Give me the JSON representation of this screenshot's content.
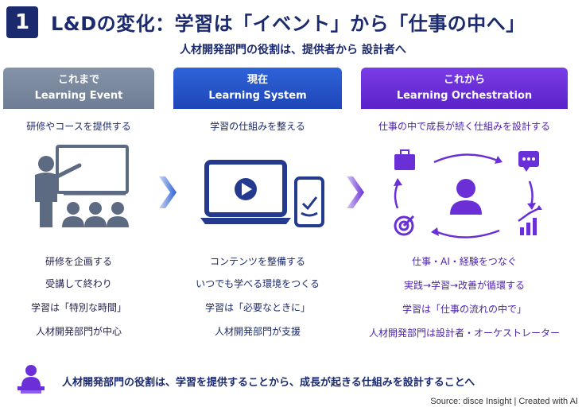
{
  "header": {
    "badge": "1",
    "title": "L&Dの変化：学習は「イベント」から「仕事の中へ」",
    "subtitle": "人材開発部門の役割は、提供者から 設計者へ"
  },
  "columns": [
    {
      "label_ja": "これまで",
      "label_en": "Learning Event",
      "description": "研修やコースを提供する",
      "items": [
        "研修を企画する",
        "受講して終わり",
        "学習は「特別な時間」",
        "人材開発部門が中心"
      ]
    },
    {
      "label_ja": "現在",
      "label_en": "Learning System",
      "description": "学習の仕組みを整える",
      "items": [
        "コンテンツを整備する",
        "いつでも学べる環境をつくる",
        "学習は「必要なときに」",
        "人材開発部門が支援"
      ]
    },
    {
      "label_ja": "これから",
      "label_en": "Learning Orchestration",
      "description": "仕事の中で成長が続く仕組みを設計する",
      "items": [
        "仕事・AI・経験をつなぐ",
        "実践→学習→改善が循環する",
        "学習は「仕事の流れの中で」",
        "人材開発部門は設計者・オーケストレーター"
      ]
    }
  ],
  "footer": {
    "message": "人材開発部門の役割は、学習を提供することから、成長が起きる仕組みを設計することへ",
    "source": "Source: disce Insight | Created with AI"
  },
  "colors": {
    "navy": "#1b2a6e",
    "gray_header": "#7a889d",
    "blue_header": "#2353c9",
    "purple_header": "#6a2fd6",
    "purple_text": "#4a1fae"
  },
  "icons": {
    "col1": "teacher-whiteboard-icon",
    "col2": "laptop-play-and-phone-check-icon",
    "col3": [
      "briefcase-icon",
      "chat-bubble-icon",
      "user-icon",
      "target-icon",
      "growth-chart-icon",
      "cycle-arrows-icon"
    ],
    "footer": "presenter-at-desk-icon"
  }
}
